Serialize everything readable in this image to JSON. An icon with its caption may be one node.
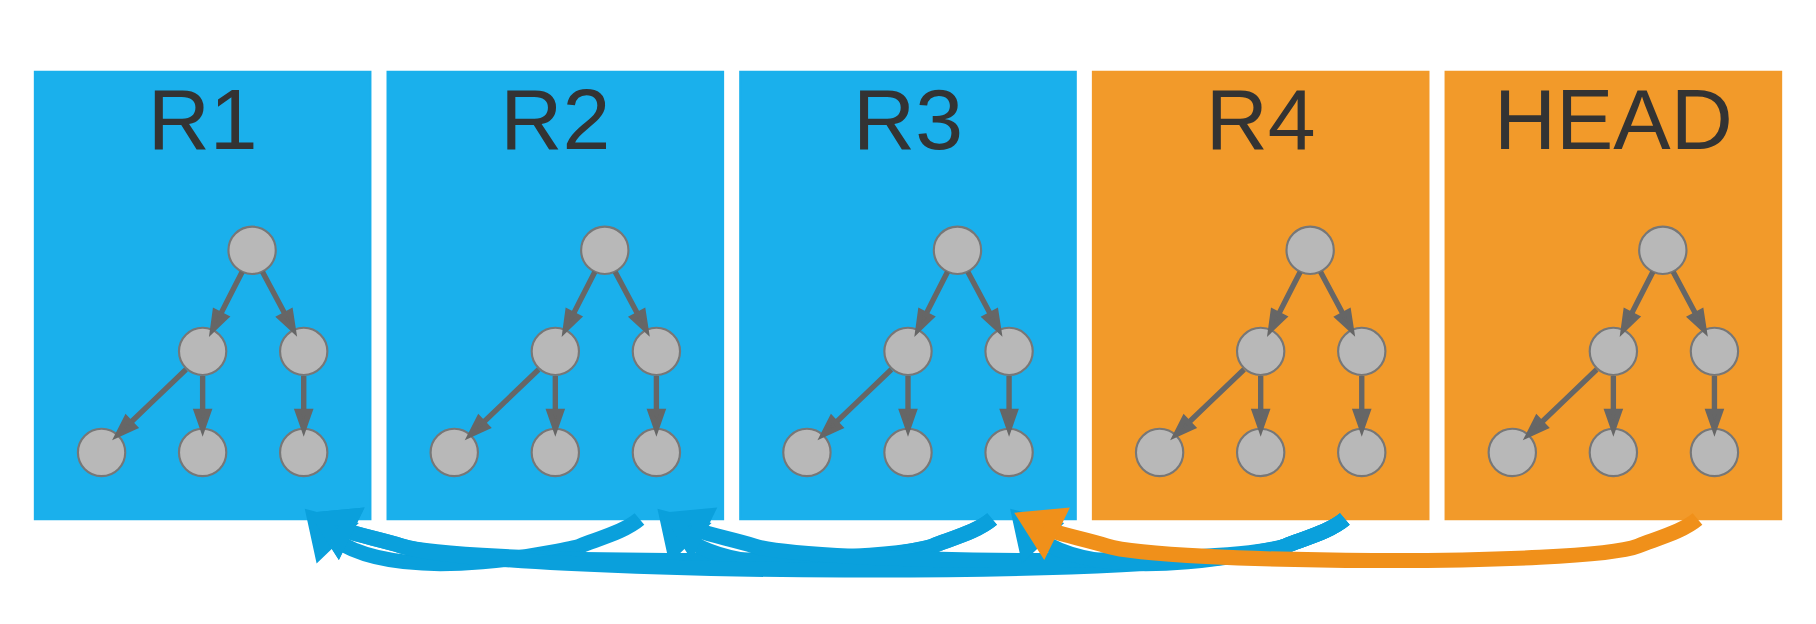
{
  "diagram": {
    "nodes": [
      {
        "text": [
          "R1"
        ]
      },
      {
        "text": [],
        "shape": "circle",
        "in": 0
      },
      {
        "text": [],
        "shape": "circle",
        "in": 0
      },
      {
        "text": [],
        "shape": "circle",
        "in": 0
      },
      {
        "text": [],
        "shape": "circle",
        "in": 0
      },
      {
        "text": [],
        "shape": "circle",
        "in": 0
      },
      {
        "text": [],
        "shape": "circle",
        "in": 0
      },
      {
        "text": [
          "R2"
        ]
      },
      {
        "text": [],
        "shape": "circle",
        "in": 7
      },
      {
        "text": [],
        "shape": "circle",
        "in": 7
      },
      {
        "text": [],
        "shape": "circle",
        "in": 7
      },
      {
        "text": [],
        "shape": "circle",
        "in": 7
      },
      {
        "text": [],
        "shape": "circle",
        "in": 7
      },
      {
        "text": [],
        "shape": "circle",
        "in": 7
      },
      {
        "text": [
          "R3"
        ]
      },
      {
        "text": [],
        "shape": "circle",
        "in": 14
      },
      {
        "text": [],
        "shape": "circle",
        "in": 14
      },
      {
        "text": [],
        "shape": "circle",
        "in": 14
      },
      {
        "text": [],
        "shape": "circle",
        "in": 14
      },
      {
        "text": [],
        "shape": "circle",
        "in": 14
      },
      {
        "text": [],
        "shape": "circle",
        "in": 14
      },
      {
        "text": [
          "R4"
        ]
      },
      {
        "text": [],
        "shape": "circle",
        "in": 21
      },
      {
        "text": [],
        "shape": "circle",
        "in": 21
      },
      {
        "text": [],
        "shape": "circle",
        "in": 21
      },
      {
        "text": [],
        "shape": "circle",
        "in": 21
      },
      {
        "text": [],
        "shape": "circle",
        "in": 21
      },
      {
        "text": [],
        "shape": "circle",
        "in": 21
      },
      {
        "text": [
          "HEAD"
        ]
      },
      {
        "text": [],
        "shape": "circle",
        "in": 28
      },
      {
        "text": [],
        "shape": "circle",
        "in": 28
      },
      {
        "text": [],
        "shape": "circle",
        "in": 28
      },
      {
        "text": [],
        "shape": "circle",
        "in": 28
      },
      {
        "text": [],
        "shape": "circle",
        "in": 28
      },
      {
        "text": [],
        "shape": "circle",
        "in": 28
      }
    ],
    "edges": [
      {
        "from": 1,
        "to": 2,
        "arrow": "to"
      },
      {
        "from": 1,
        "to": 3,
        "arrow": "to"
      },
      {
        "from": 2,
        "to": 4,
        "arrow": "to"
      },
      {
        "from": 2,
        "to": 5,
        "arrow": "to"
      },
      {
        "from": 3,
        "to": 6,
        "arrow": "to"
      },
      {
        "from": 8,
        "to": 9,
        "arrow": "to"
      },
      {
        "from": 8,
        "to": 10,
        "arrow": "to"
      },
      {
        "from": 9,
        "to": 11,
        "arrow": "to"
      },
      {
        "from": 9,
        "to": 12,
        "arrow": "to"
      },
      {
        "from": 10,
        "to": 13,
        "arrow": "to"
      },
      {
        "from": 15,
        "to": 16,
        "arrow": "to"
      },
      {
        "from": 15,
        "to": 17,
        "arrow": "to"
      },
      {
        "from": 16,
        "to": 18,
        "arrow": "to"
      },
      {
        "from": 16,
        "to": 19,
        "arrow": "to"
      },
      {
        "from": 17,
        "to": 20,
        "arrow": "to"
      },
      {
        "from": 22,
        "to": 23,
        "arrow": "to"
      },
      {
        "from": 22,
        "to": 24,
        "arrow": "to"
      },
      {
        "from": 23,
        "to": 25,
        "arrow": "to"
      },
      {
        "from": 23,
        "to": 26,
        "arrow": "to"
      },
      {
        "from": 24,
        "to": 27,
        "arrow": "to"
      },
      {
        "from": 29,
        "to": 30,
        "arrow": "to"
      },
      {
        "from": 29,
        "to": 31,
        "arrow": "to"
      },
      {
        "from": 30,
        "to": 32,
        "arrow": "to"
      },
      {
        "from": 30,
        "to": 33,
        "arrow": "to"
      },
      {
        "from": 31,
        "to": 34,
        "arrow": "to"
      },
      {
        "from": 7,
        "to": 0,
        "arrow": "to",
        "style": "thick",
        "color": "#0aa0dc"
      },
      {
        "from": 14,
        "to": 7,
        "arrow": "to",
        "style": "thick",
        "color": "#0aa0dc"
      },
      {
        "from": 14,
        "to": 0,
        "arrow": "to",
        "style": "thick",
        "color": "#0aa0dc"
      },
      {
        "from": 21,
        "to": 14,
        "arrow": "to",
        "style": "thick",
        "color": "#0aa0dc"
      },
      {
        "from": 21,
        "to": 7,
        "arrow": "to",
        "style": "thick",
        "color": "#0aa0dc"
      },
      {
        "from": 21,
        "to": 0,
        "arrow": "to",
        "style": "thick",
        "color": "#0aa0dc"
      },
      {
        "from": 28,
        "to": 14,
        "arrow": "to",
        "style": "thick",
        "color": "#f0901a"
      }
    ]
  }
}
